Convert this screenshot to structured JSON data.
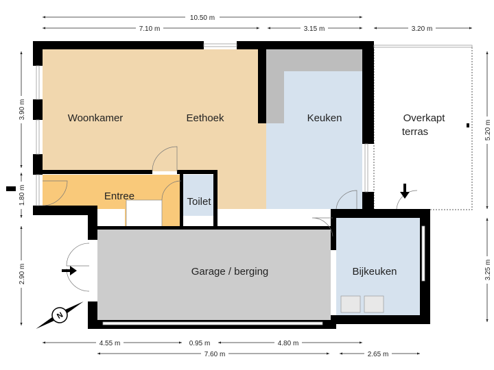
{
  "rooms": {
    "woonkamer": "Woonkamer",
    "eethoek": "Eethoek",
    "keuken": "Keuken",
    "overkapt_terras_line1": "Overkapt",
    "overkapt_terras_line2": "terras",
    "entree": "Entree",
    "toilet": "Toilet",
    "garage": "Garage / berging",
    "bijkeuken": "Bijkeuken"
  },
  "dimensions": {
    "top_total": "10.50 m",
    "top_left": "7.10 m",
    "top_mid": "3.15 m",
    "top_right": "3.20 m",
    "left_top": "3.90 m",
    "left_mid": "1.80 m",
    "left_bottom": "2.90 m",
    "right_top": "5.20 m",
    "right_bottom": "3.25 m",
    "bottom_a": "4.55 m",
    "bottom_b": "0.95 m",
    "bottom_c": "4.80 m",
    "bottom_total": "7.60 m",
    "bottom_right": "2.65 m"
  },
  "compass": "N",
  "colors": {
    "living": "#f1d7ae",
    "entree": "#f9c97a",
    "wet_rooms": "#d6e2ee",
    "garage": "#cccccc",
    "walls": "#000000"
  }
}
